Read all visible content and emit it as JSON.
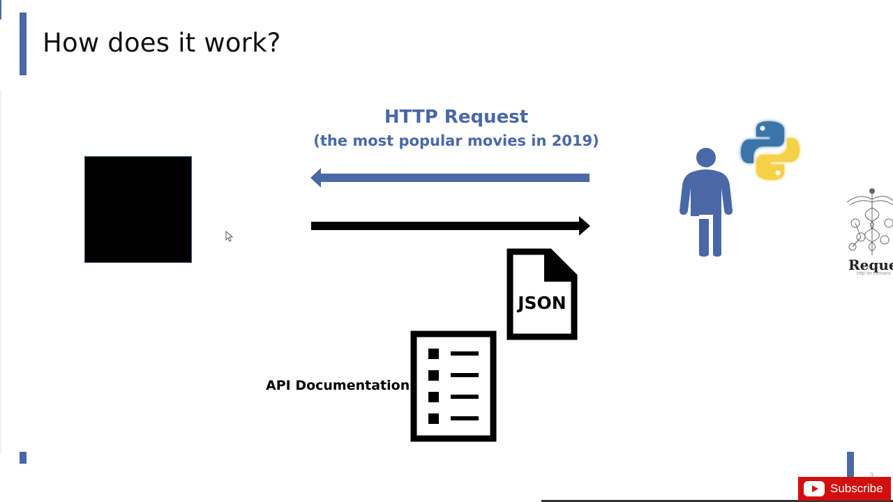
{
  "slide": {
    "title": "How does it work?",
    "slide_number": "3"
  },
  "diagram": {
    "request_title": "HTTP Request",
    "request_subtitle": "(the most popular movies in 2019)",
    "response_format": "JSON",
    "docs_label": "API Documentation",
    "requests_lib_label": "Reques",
    "requests_lib_tagline": "http for humans"
  },
  "icons": {
    "server": "black-square",
    "client": "person-icon",
    "python": "python-logo",
    "requests": "requests-library-logo",
    "json_file": "file-icon",
    "docs": "checklist-icon",
    "cursor": "mouse-pointer-icon"
  },
  "overlay": {
    "subscribe_label": "Subscribe"
  },
  "colors": {
    "accent": "#4a68a6",
    "arrow_request": "#4a68a6",
    "arrow_response": "#000000",
    "subscribe": "#d20f0f",
    "python_blue": "#3b74a8",
    "python_yellow": "#f5d04a"
  }
}
